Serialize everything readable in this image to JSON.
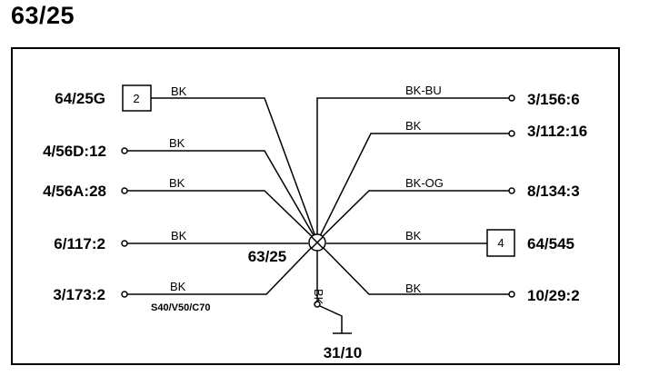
{
  "title": "63/25",
  "splice_label": "63/25",
  "ground_label": "31/10",
  "model_note": "S40/V50/C70",
  "left_connectors": [
    {
      "id": "64/25G",
      "wire": "BK",
      "pin": "2"
    },
    {
      "id": "4/56D:12",
      "wire": "BK"
    },
    {
      "id": "4/56A:28",
      "wire": "BK"
    },
    {
      "id": "6/117:2",
      "wire": "BK"
    },
    {
      "id": "3/173:2",
      "wire": "BK"
    }
  ],
  "right_connectors": [
    {
      "id": "3/156:6",
      "wire": "BK-BU"
    },
    {
      "id": "3/112:16",
      "wire": "BK"
    },
    {
      "id": "8/134:3",
      "wire": "BK-OG"
    },
    {
      "id": "64/545",
      "wire": "BK",
      "pin": "4"
    },
    {
      "id": "10/29:2",
      "wire": "BK"
    }
  ],
  "ground_wire": "BK"
}
